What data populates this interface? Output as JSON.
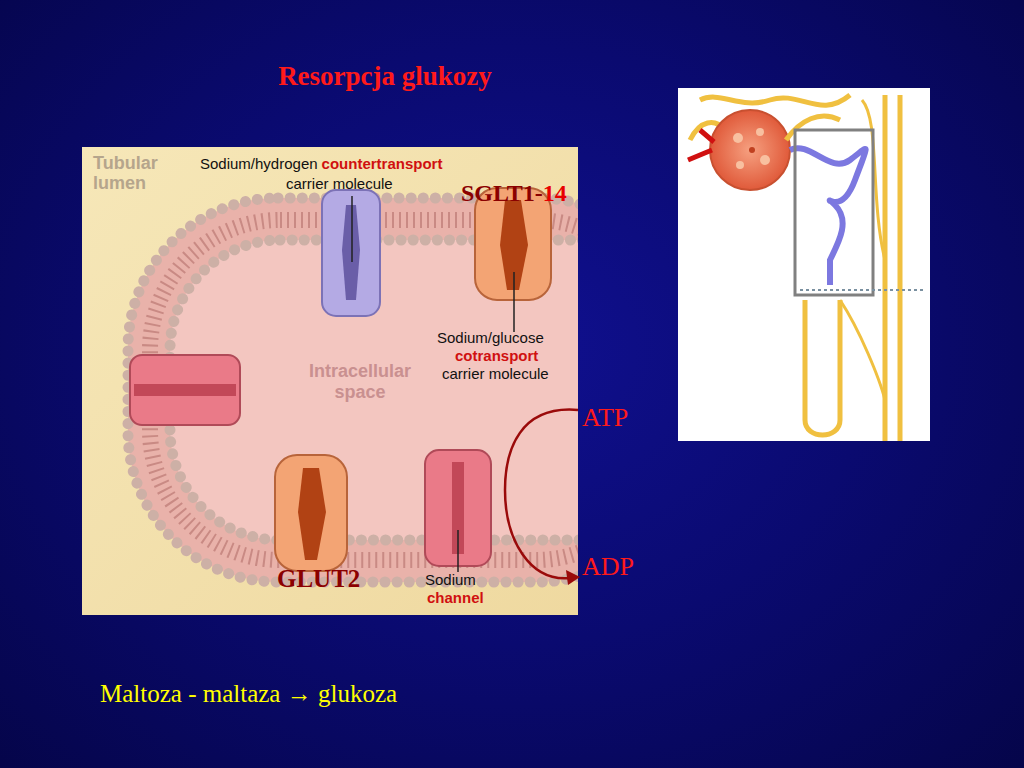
{
  "diagram": {
    "title": "Resorpcja glukozy",
    "caption": "Maltoza - maltaza → glukoza",
    "nodes": [
      {
        "text": [
          "Intracellular space"
        ]
      }
    ],
    "labels": [
      "Tubular lumen",
      "Sodium/hydrogen",
      "countertransport",
      "carrier molecule",
      "SGLT1-",
      "14",
      "Sodium/glucose",
      "cotransport",
      "carrier molecule",
      "ATP",
      "ADP",
      "GLUT2",
      "Sodium",
      "channel"
    ]
  }
}
